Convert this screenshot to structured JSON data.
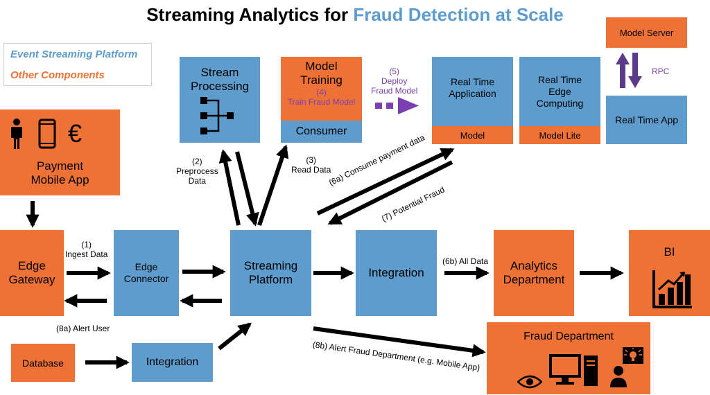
{
  "title": {
    "main": "Streaming Analytics for ",
    "accent": "Fraud Detection at Scale"
  },
  "legend": {
    "event": "Event Streaming Platform",
    "other": "Other Components"
  },
  "colors": {
    "blue": "#5d9ccd",
    "orange": "#ee7236",
    "purple": "#7a3fb0"
  },
  "boxes": {
    "payment_app": "Payment\nMobile App",
    "edge_gateway": "Edge\nGateway",
    "edge_connector": "Edge\nConnector",
    "streaming_platform": "Streaming\nPlatform",
    "integration_main": "Integration",
    "analytics": "Analytics\nDepartment",
    "bi": "BI",
    "stream_processing": "Stream\nProcessing",
    "model_training": "Model\nTraining",
    "consumer": "Consumer",
    "rt_app": "Real Time\nApplication",
    "rt_app_model": "Model",
    "rt_edge": "Real Time\nEdge\nComputing",
    "rt_edge_model": "Model Lite",
    "model_server": "Model Server",
    "real_time_app": "Real Time App",
    "database": "Database",
    "integration_db": "Integration",
    "fraud_dept": "Fraud Department"
  },
  "labels": {
    "ingest": "(1)\nIngest Data",
    "preprocess": "(2)\nPreprocess\nData",
    "read": "(3)\nRead Data",
    "train": "(4)\nTrain Fraud Model",
    "deploy": "(5)\nDeploy\nFraud Model",
    "consume": "(6a) Consume payment data",
    "potential": "(7) Potential Fraud",
    "all_data": "(6b) All Data",
    "alert_user": "(8a) Alert User",
    "alert_fraud": "(8b) Alert Fraud Department (e.g. Mobile App)",
    "rpc": "RPC"
  },
  "icons": [
    "person-icon",
    "phone-icon",
    "euro-icon",
    "flow-icon",
    "bar-chart-icon",
    "eye-icon",
    "computer-icon",
    "user-idea-icon"
  ]
}
